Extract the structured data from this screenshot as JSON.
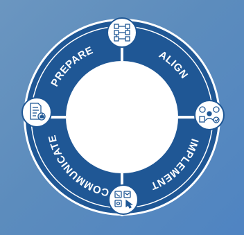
{
  "colors": {
    "ring": "#1f5795",
    "ring_edge": "#ffffff",
    "center": "#ffffff",
    "icon_bg": "#ffffff",
    "icon_stroke": "#1f5795"
  },
  "segments": [
    {
      "label": "ALIGN"
    },
    {
      "label": "IMPLEMENT"
    },
    {
      "label": "COMMUNICATE"
    },
    {
      "label": "PREPARE"
    }
  ],
  "icons": {
    "top": "process-flow-icon",
    "right": "team-tools-icon",
    "bottom": "contact-channels-icon",
    "left": "document-approval-icon"
  }
}
